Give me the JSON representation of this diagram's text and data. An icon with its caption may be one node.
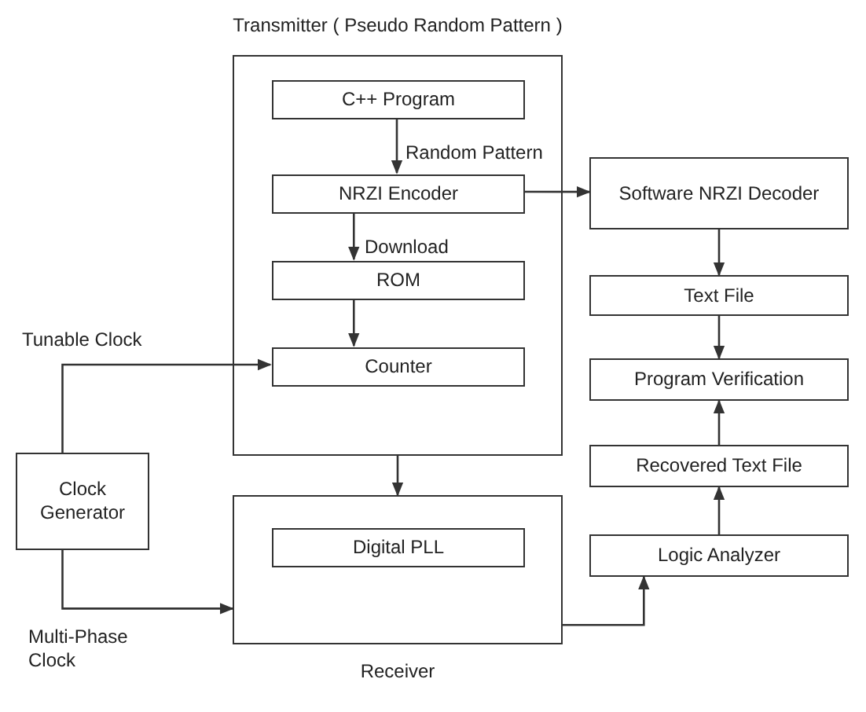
{
  "diagram": {
    "nodes": [
      {
        "text": [
          "Transmitter ( Pseudo Random Pattern )"
        ]
      },
      {
        "text": [
          "C++ Program"
        ],
        "in": 0
      },
      {
        "text": [
          "NRZI Encoder"
        ],
        "in": 0
      },
      {
        "text": [
          "ROM"
        ],
        "in": 0
      },
      {
        "text": [
          "Counter"
        ],
        "in": 0
      },
      {
        "text": [
          "Receiver"
        ]
      },
      {
        "text": [
          "Digital PLL"
        ],
        "in": 5
      },
      {
        "text": [
          "Clock Generator"
        ]
      },
      {
        "text": [
          "Software NRZI Decoder"
        ]
      },
      {
        "text": [
          "Text File"
        ]
      },
      {
        "text": [
          "Program Verification"
        ]
      },
      {
        "text": [
          "Recovered Text File"
        ]
      },
      {
        "text": [
          "Logic Analyzer"
        ]
      }
    ],
    "edges": [
      {
        "from": 1,
        "to": 2,
        "arrow": "to",
        "label": "Random Pattern"
      },
      {
        "from": 2,
        "to": 3,
        "arrow": "to",
        "label": "Download"
      },
      {
        "from": 3,
        "to": 4,
        "arrow": "to"
      },
      {
        "from": 2,
        "to": 8,
        "arrow": "to"
      },
      {
        "from": 8,
        "to": 9,
        "arrow": "to"
      },
      {
        "from": 0,
        "to": 5,
        "arrow": "to"
      },
      {
        "from": 7,
        "to": 4,
        "arrow": "to",
        "label": "Tunable Clock"
      },
      {
        "from": 7,
        "to": 5,
        "arrow": "to",
        "label": "Multi-Phase Clock"
      },
      {
        "from": 5,
        "to": 12,
        "arrow": "to"
      },
      {
        "from": 12,
        "to": 11,
        "arrow": "to"
      },
      {
        "from": 11,
        "to": 10,
        "arrow": "to"
      },
      {
        "from": 9,
        "to": 10,
        "arrow": "to"
      }
    ]
  }
}
